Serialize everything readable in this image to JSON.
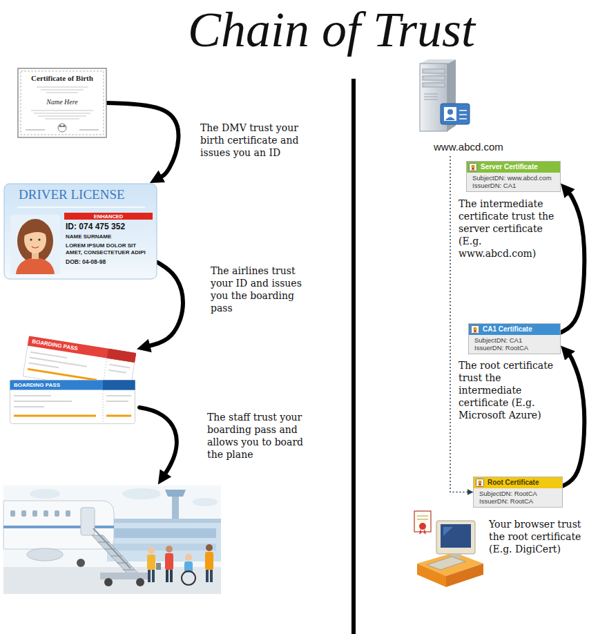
{
  "diagram": {
    "title": "Chain of Trust",
    "nodes": [
      {
        "text": [
          "Certificate of Birth",
          "Name Here"
        ]
      },
      {
        "text": [
          "DRIVER LICENSE",
          "ENHANCED",
          "ID: 074 475 352",
          "NAME SURNAME",
          "LOREM IPSUM DOLOR SIT AMET, CONSECTETUER ADIPI",
          "DOB: 04-08-98"
        ]
      },
      {
        "text": [
          "BOARDING PASS",
          "BOARDING PASS"
        ]
      },
      {
        "text": [
          "www.abcd.com"
        ]
      },
      {
        "text": [
          "Server Certificate",
          "SubjectDN: www.abcd.com",
          "IssuerDN: CA1"
        ]
      },
      {
        "text": [
          "CA1 Certificate",
          "SubjectDN: CA1",
          "IssuerDN: RootCA"
        ]
      },
      {
        "text": [
          "Root Certificate",
          "SubjectDN: RootCA",
          "IssuerDN: RootCA"
        ]
      }
    ],
    "edges": [
      {
        "from": 0,
        "to": 1,
        "arrow": "to",
        "label": "The DMV trust your birth certificate and issues you an ID"
      },
      {
        "from": 1,
        "to": 2,
        "arrow": "to",
        "label": "The airlines trust your ID and issues you the boarding pass"
      },
      {
        "from": 5,
        "to": 4,
        "arrow": "to",
        "label": "The intermediate certificate trust the server certificate (E.g. www.abcd.com)"
      },
      {
        "from": 6,
        "to": 5,
        "arrow": "to",
        "label": "The root certificate trust the intermediate certificate (E.g. Microsoft Azure)"
      },
      {
        "from": 3,
        "to": 6,
        "arrow": "to"
      }
    ],
    "labels": [
      "The staff trust your boarding pass and allows you to board the plane",
      "Your browser trust the root certificate (E.g. DigiCert)"
    ]
  }
}
